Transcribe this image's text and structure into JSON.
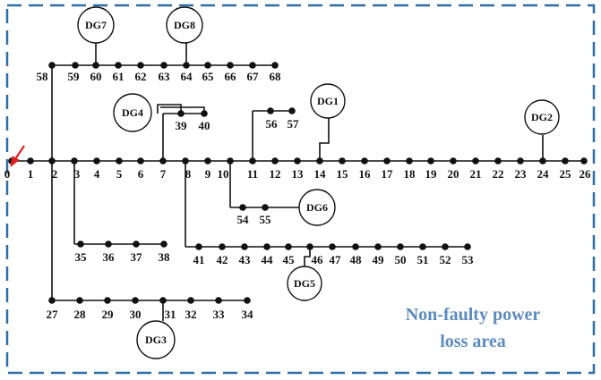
{
  "area_label": {
    "line1": "Non-faulty power",
    "line2": "loss area"
  },
  "buses": {
    "b0": "0",
    "b1": "1",
    "b2": "2",
    "b3": "3",
    "b4": "4",
    "b5": "5",
    "b6": "6",
    "b7": "7",
    "b8": "8",
    "b9": "9",
    "b10": "10",
    "b11": "11",
    "b12": "12",
    "b13": "13",
    "b14": "14",
    "b15": "15",
    "b16": "16",
    "b17": "17",
    "b18": "18",
    "b19": "19",
    "b20": "20",
    "b21": "21",
    "b22": "22",
    "b23": "23",
    "b24": "24",
    "b25": "25",
    "b26": "26",
    "b27": "27",
    "b28": "28",
    "b29": "29",
    "b30": "30",
    "b31": "31",
    "b32": "32",
    "b33": "33",
    "b34": "34",
    "b35": "35",
    "b36": "36",
    "b37": "37",
    "b38": "38",
    "b39": "39",
    "b40": "40",
    "b41": "41",
    "b42": "42",
    "b43": "43",
    "b44": "44",
    "b45": "45",
    "b46": "46",
    "b47": "47",
    "b48": "48",
    "b49": "49",
    "b50": "50",
    "b51": "51",
    "b52": "52",
    "b53": "53",
    "b54": "54",
    "b55": "55",
    "b56": "56",
    "b57": "57",
    "b58": "58",
    "b59": "59",
    "b60": "60",
    "b61": "61",
    "b62": "62",
    "b63": "63",
    "b64": "64",
    "b65": "65",
    "b66": "66",
    "b67": "67",
    "b68": "68"
  },
  "generators": {
    "dg1": "DG1",
    "dg2": "DG2",
    "dg3": "DG3",
    "dg4": "DG4",
    "dg5": "DG5",
    "dg6": "DG6",
    "dg7": "DG7",
    "dg8": "DG8"
  },
  "colors": {
    "boundary": "#2e6da4",
    "area_text": "#5b8bbf",
    "fault_arrow": "#e02020",
    "line": "#111111"
  }
}
